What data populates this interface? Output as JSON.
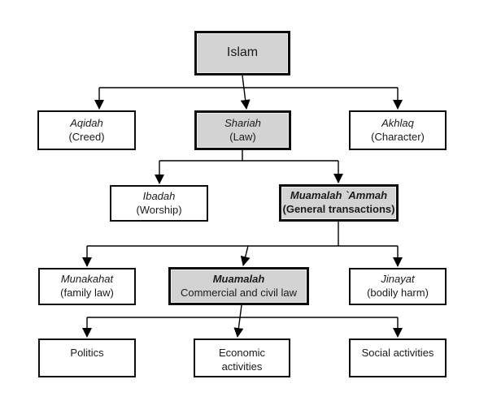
{
  "diagram": {
    "title": "Islam hierarchy flowchart",
    "colors": {
      "background": "#ffffff",
      "highlight_fill": "#d3d3d3",
      "default_fill": "#ffffff",
      "line": "#000000",
      "text": "#1a1a1a"
    },
    "nodes": [
      {
        "id": "islam",
        "title": "Islam",
        "subtitle": ""
      },
      {
        "id": "aqidah",
        "title": "Aqidah",
        "subtitle": "(Creed)"
      },
      {
        "id": "shariah",
        "title": "Shariah",
        "subtitle": "(Law)"
      },
      {
        "id": "akhlaq",
        "title": "Akhlaq",
        "subtitle": "(Character)"
      },
      {
        "id": "ibadah",
        "title": "Ibadah",
        "subtitle": "(Worship)"
      },
      {
        "id": "ammah",
        "title": "Muamalah `Ammah",
        "subtitle": "(General transactions)"
      },
      {
        "id": "munakahat",
        "title": "Munakahat",
        "subtitle": "(family law)"
      },
      {
        "id": "muamalah",
        "title": "Muamalah",
        "subtitle": "Commercial and civil law"
      },
      {
        "id": "jinayat",
        "title": "Jinayat",
        "subtitle": "(bodily harm)"
      },
      {
        "id": "politics",
        "title": "Politics",
        "subtitle": ""
      },
      {
        "id": "economic",
        "title": "Economic",
        "subtitle": "activities"
      },
      {
        "id": "social",
        "title": "Social activities",
        "subtitle": ""
      }
    ],
    "edges": [
      {
        "from": "islam",
        "to": [
          "aqidah",
          "shariah",
          "akhlaq"
        ]
      },
      {
        "from": "shariah",
        "to": [
          "ibadah",
          "ammah"
        ]
      },
      {
        "from": "ammah",
        "to": [
          "munakahat",
          "muamalah",
          "jinayat"
        ]
      },
      {
        "from": "muamalah",
        "to": [
          "politics",
          "economic",
          "social"
        ]
      }
    ]
  }
}
